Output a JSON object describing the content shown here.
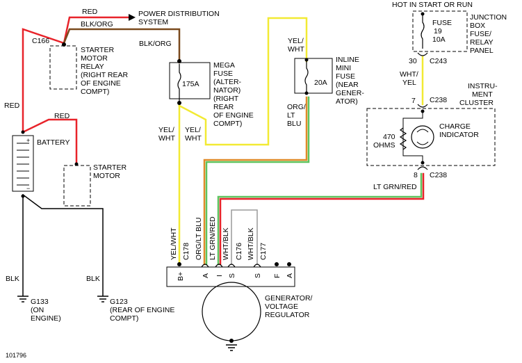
{
  "colors": {
    "red": "#e8232a",
    "blk_org": "#7a4a1e",
    "yellow": "#f2ea33",
    "orange": "#e08a28",
    "green": "#5ec45e",
    "black": "#000000",
    "gray": "#9a9a9a"
  },
  "top": {
    "red_label": "RED",
    "power_dist_l1": "POWER DISTRIBUTION",
    "power_dist_l2": "SYSTEM",
    "blk_org_top": "BLK/ORG",
    "hot_label": "HOT IN START OR RUN"
  },
  "relay": {
    "connector": "C166",
    "l1": "STARTER",
    "l2": "MOTOR",
    "l3": "RELAY",
    "l4": "(RIGHT REAR",
    "l5": "OF ENGINE",
    "l6": "COMPT)"
  },
  "left": {
    "red_left": "RED",
    "red_mid": "RED",
    "battery": "BATTERY",
    "plus": "+",
    "minus": "−",
    "starter_l1": "STARTER",
    "starter_l2": "MOTOR",
    "blk1": "BLK",
    "blk2": "BLK",
    "g133_l1": "G133",
    "g133_l2": "(ON",
    "g133_l3": "ENGINE)",
    "g123_l1": "G123",
    "g123_l2": "(REAR OF ENGINE",
    "g123_l3": "COMPT)"
  },
  "mega_fuse": {
    "blk_org": "BLK/ORG",
    "l1": "MEGA",
    "l2": "FUSE",
    "l3": "(ALTER-",
    "l4": "NATOR)",
    "l5": "(RIGHT",
    "l6": "REAR",
    "l7": "OF ENGINE",
    "l8": "COMPT)",
    "rating": "175A",
    "yel_wht1_l1": "YEL/",
    "yel_wht1_l2": "WHT",
    "yel_wht2_l1": "YEL/",
    "yel_wht2_l2": "WHT"
  },
  "mini_fuse": {
    "yel_l1": "YEL/",
    "yel_l2": "WHT",
    "l1": "INLINE",
    "l2": "MINI",
    "l3": "FUSE",
    "l4": "(NEAR",
    "l5": "GENER-",
    "l6": "ATOR)",
    "rating": "20A",
    "org_l1": "ORG/",
    "org_l2": "LT",
    "org_l3": "BLU"
  },
  "junction": {
    "l1": "JUNCTION",
    "l2": "BOX",
    "l3": "FUSE/",
    "l4": "RELAY",
    "l5": "PANEL",
    "fuse_l1": "FUSE",
    "fuse_l2": "19",
    "fuse_l3": "10A",
    "pin30": "30",
    "c243": "C243",
    "wht_l1": "WHT/",
    "wht_l2": "YEL"
  },
  "cluster": {
    "l1": "INSTRU-",
    "l2": "MENT",
    "l3": "CLUSTER",
    "pin7": "7",
    "c238a": "C238",
    "pin8": "8",
    "c238b": "C238",
    "res_l1": "470",
    "res_l2": "OHMS",
    "charge_l1": "CHARGE",
    "charge_l2": "INDICATOR",
    "ltgrn": "LT GRN/RED"
  },
  "gen": {
    "yelwht": "YEL/WHT",
    "c178": "C178",
    "orglt": "ORG/LT BLU",
    "ltgrn": "LT GRN/RED",
    "whtblk1": "WHT/BLK",
    "c176": "C176",
    "whtblk2": "WHT/BLK",
    "c177": "C177",
    "t_bplus": "B+",
    "t_a": "A",
    "t_i": "I",
    "t_s1": "S",
    "t_s2": "S",
    "t_f": "F",
    "t_a2": "A",
    "l1": "GENERATOR/",
    "l2": "VOLTAGE",
    "l3": "REGULATOR"
  },
  "ref": "101796"
}
